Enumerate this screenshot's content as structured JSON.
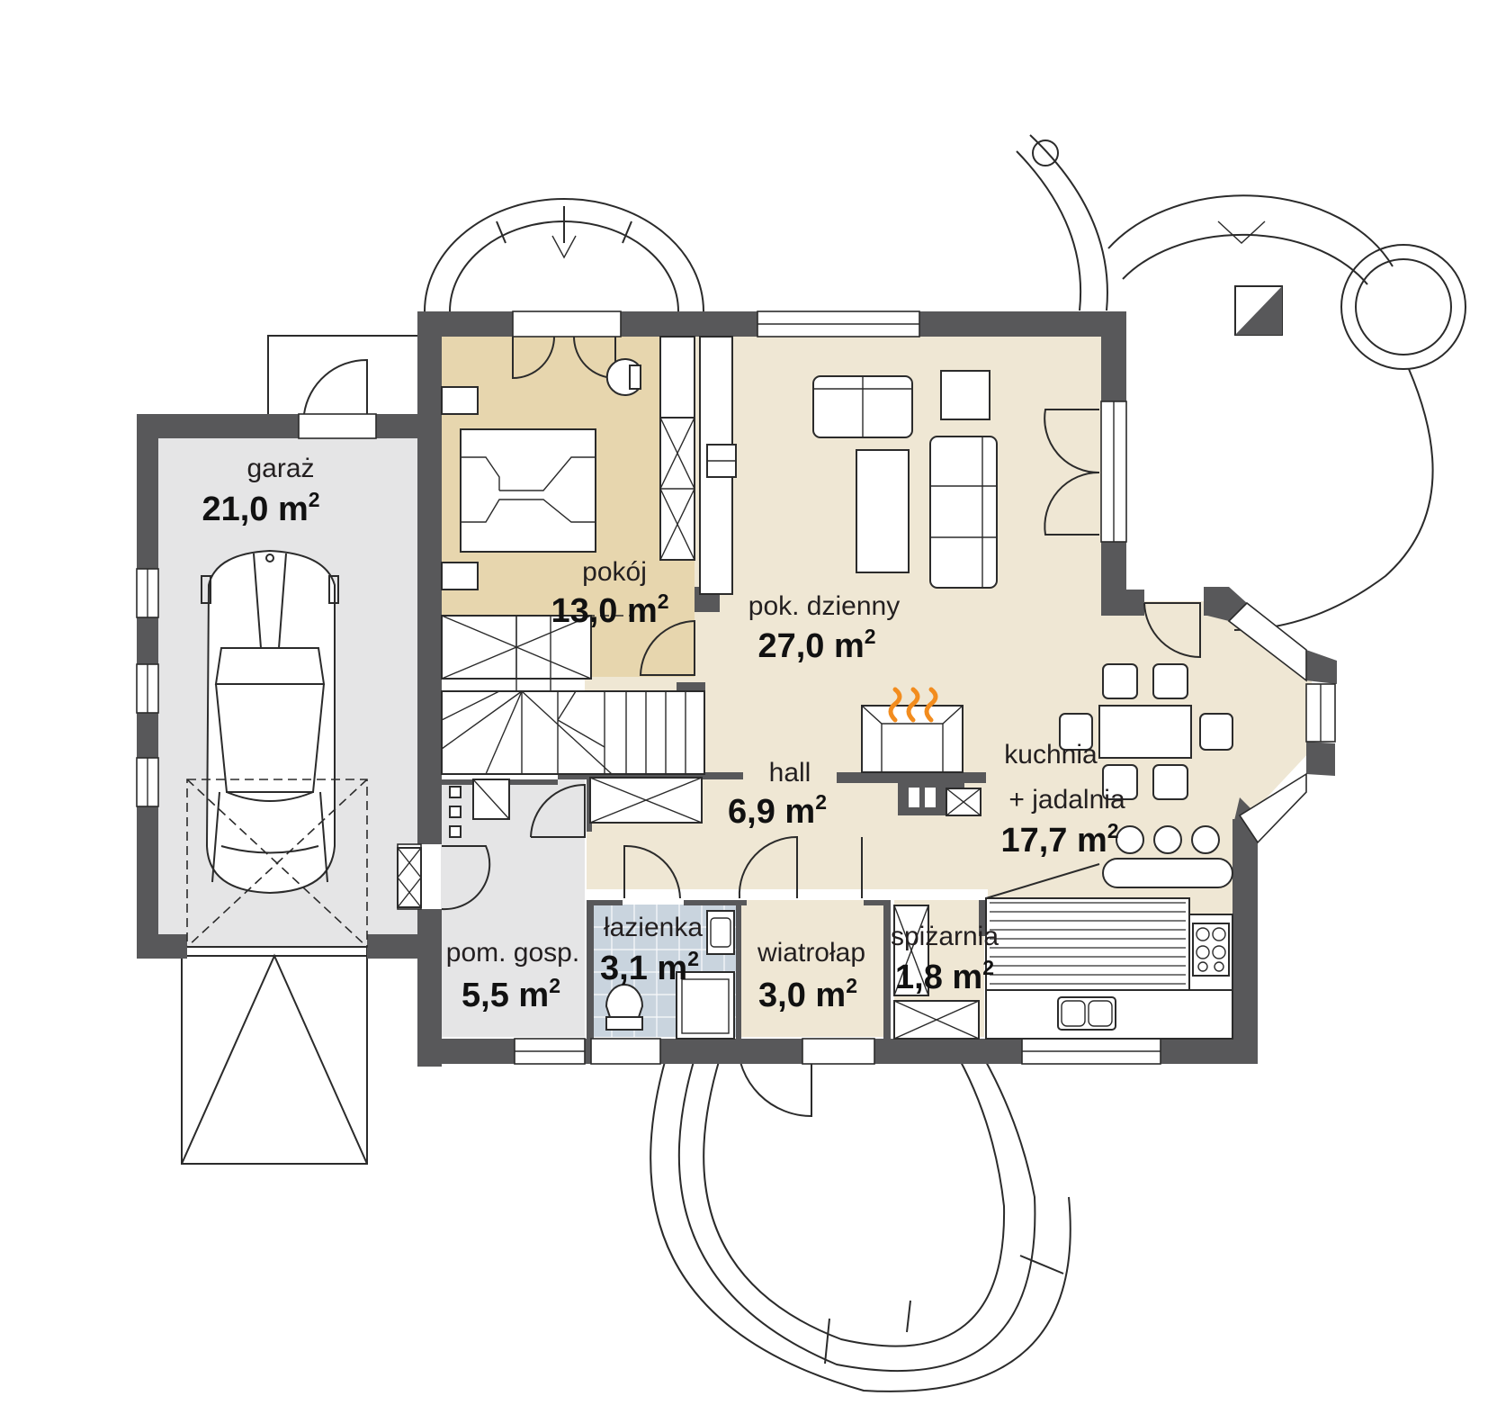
{
  "colors": {
    "wall": "#58585a",
    "garage_floor": "#e5e5e6",
    "room_pokoj": "#e7d6ae",
    "living_floor": "#efe7d4",
    "bathroom_tiles": "#c9d4de",
    "fire": "#f28c1e",
    "grill_dark": "#58585a"
  },
  "rooms": [
    {
      "id": "garaz",
      "name": "garaż",
      "area": "21,0 m",
      "sup": "2"
    },
    {
      "id": "pokoj",
      "name": "pokój",
      "area": "13,0 m",
      "sup": "2"
    },
    {
      "id": "pok_dzienny",
      "name": "pok. dzienny",
      "area": "27,0 m",
      "sup": "2"
    },
    {
      "id": "hall",
      "name": "hall",
      "area": "6,9 m",
      "sup": "2"
    },
    {
      "id": "kuchnia_jadalnia",
      "name": "kuchnia",
      "name2": "+ jadalnia",
      "area": "17,7 m",
      "sup": "2"
    },
    {
      "id": "lazienka",
      "name": "łazienka",
      "area": "3,1 m",
      "sup": "2"
    },
    {
      "id": "pom_gosp",
      "name": "pom. gosp.",
      "area": "5,5 m",
      "sup": "2"
    },
    {
      "id": "wiatrolap",
      "name": "wiatrołap",
      "area": "3,0 m",
      "sup": "2"
    },
    {
      "id": "spizarnia",
      "name": "spiżarnia",
      "area": "1,8 m",
      "sup": "2"
    }
  ]
}
